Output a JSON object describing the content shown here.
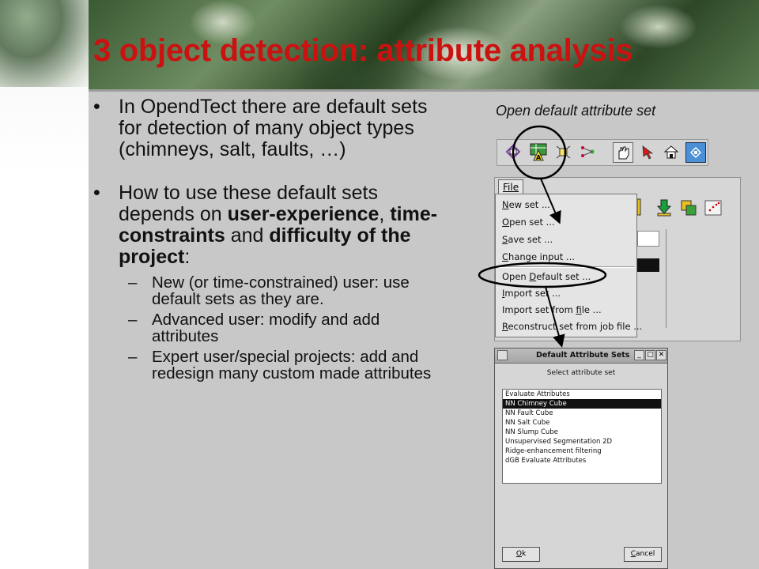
{
  "slide": {
    "title": "3 object detection: attribute analysis",
    "bullet_symbol": "•",
    "dash_symbol": "–",
    "bullet1": "In OpendTect there are default sets for detection of many object types (chimneys, salt, faults, …)",
    "bullet2": {
      "part1": "How to use these default sets depends on ",
      "bold1": "user-experience",
      "part2": ", ",
      "bold2": "time-constraints",
      "part3": " and ",
      "bold3": "difficulty of the project",
      "part4": ":"
    },
    "subbullets": [
      "New (or time-constrained) user: use default sets as they are.",
      "Advanced user: modify and add attributes",
      "Expert user/special projects: add and redesign many custom made attributes"
    ]
  },
  "screenshot": {
    "caption": "Open default attribute set",
    "toolbar_icons": [
      "wavelet-icon",
      "attribute-set-icon",
      "burst-icon",
      "neural-icon",
      "hand-icon",
      "arrow-icon",
      "home-icon",
      "view-icon"
    ],
    "menu": {
      "file_label": "File",
      "items": [
        {
          "pre": "",
          "u": "N",
          "post": "ew set ..."
        },
        {
          "pre": "",
          "u": "O",
          "post": "pen set ..."
        },
        {
          "pre": "",
          "u": "S",
          "post": "ave set ..."
        },
        {
          "pre": "",
          "u": "C",
          "post": "hange input ..."
        },
        {
          "pre": "Open ",
          "u": "D",
          "post": "efault set ..."
        },
        {
          "pre": "",
          "u": "I",
          "post": "mport set ..."
        },
        {
          "pre": "Import set from ",
          "u": "f",
          "post": "ile ..."
        },
        {
          "pre": "",
          "u": "R",
          "post": "econstruct set from job file ..."
        }
      ]
    },
    "dialog": {
      "title": "Default Attribute Sets",
      "subtitle": "Select attribute set",
      "items": [
        "Evaluate Attributes",
        "NN Chimney Cube",
        "NN Fault Cube",
        "NN Salt Cube",
        "NN Slump Cube",
        "Unsupervised Segmentation 2D",
        "Ridge-enhancement filtering",
        "dGB Evaluate Attributes"
      ],
      "selected_index": 1,
      "ok": {
        "u": "O",
        "post": "k"
      },
      "cancel": {
        "u": "C",
        "post": "ancel"
      },
      "controls": [
        "_",
        "□",
        "✕"
      ]
    }
  },
  "colors": {
    "title": "#cc1111",
    "content_bg": "#c8c8c8",
    "annotation": "#000000"
  }
}
